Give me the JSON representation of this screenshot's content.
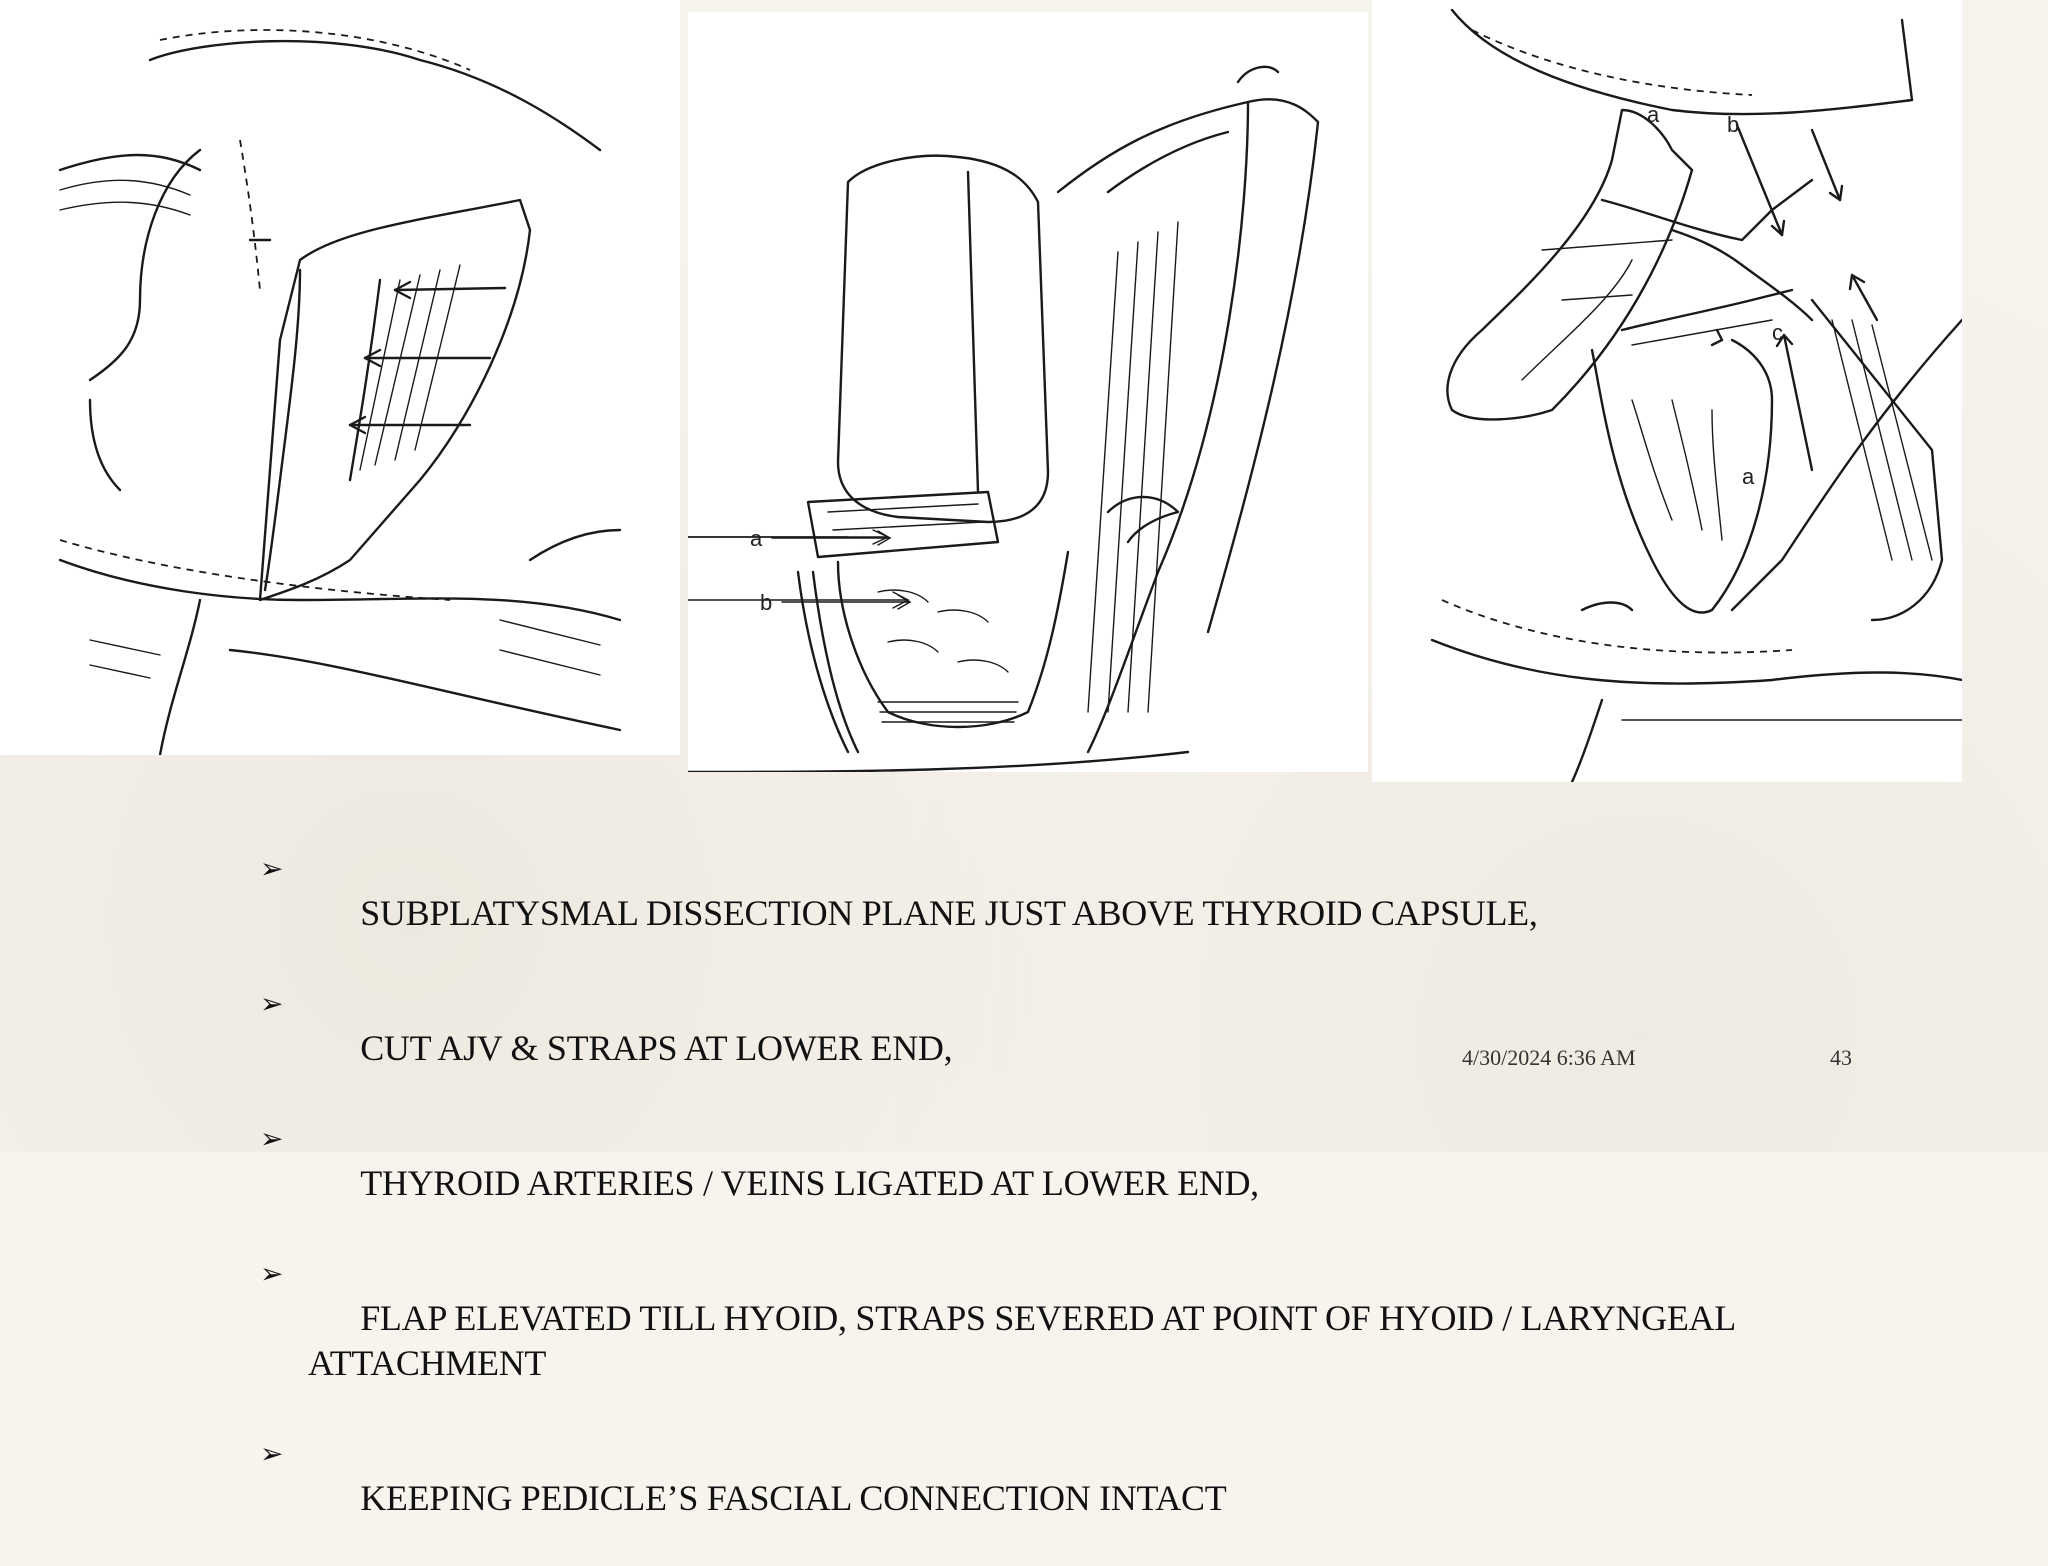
{
  "figure": {
    "panel_2_labels": {
      "a": "a",
      "b": "b"
    },
    "panel_3_labels": {
      "a_top": "a",
      "b": "b",
      "c": "c",
      "a_bottom": "a"
    }
  },
  "bullets": [
    {
      "marker": "➢",
      "text": "SUBPLATYSMAL DISSECTION PLANE JUST ABOVE THYROID CAPSULE,"
    },
    {
      "marker": "➢",
      "text": "CUT AJV & STRAPS AT LOWER END,"
    },
    {
      "marker": "➢",
      "text": "THYROID ARTERIES / VEINS LIGATED AT LOWER END,"
    },
    {
      "marker": "➢",
      "text": "FLAP ELEVATED TILL HYOID, STRAPS SEVERED AT POINT OF HYOID / LARYNGEAL ATTACHMENT"
    },
    {
      "marker": "➢",
      "text": "KEEPING PEDICLE’S FASCIAL CONNECTION INTACT"
    }
  ],
  "footer": {
    "date": "4/30/2024 6:36 AM",
    "slide_number": "43"
  }
}
